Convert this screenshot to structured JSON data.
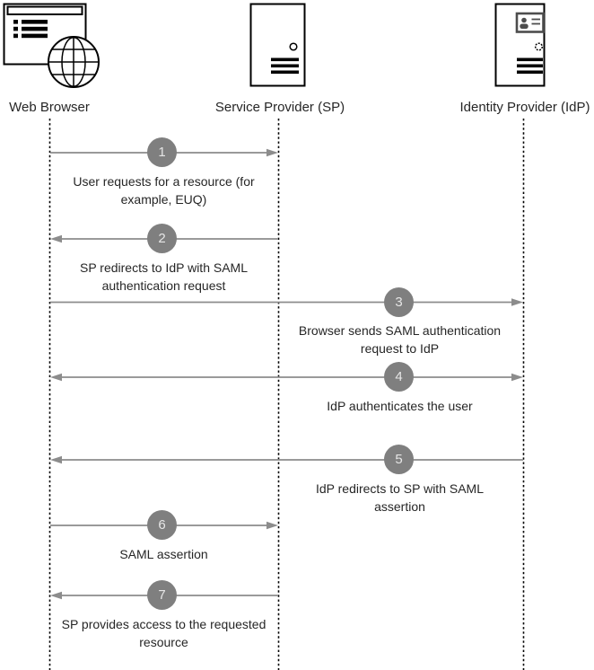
{
  "diagram": {
    "actors": [
      {
        "id": "web-browser",
        "label": "Web Browser",
        "icon": "browser-window-globe-icon"
      },
      {
        "id": "service-provider",
        "label": "Service Provider (SP)",
        "icon": "server-tower-icon"
      },
      {
        "id": "identity-provider",
        "label": "Identity Provider (IdP)",
        "icon": "server-tower-id-badge-icon"
      }
    ],
    "steps": [
      {
        "number": "1",
        "from": "Web Browser",
        "to": "Service Provider (SP)",
        "direction": "right",
        "label": "User requests for a resource (for example, EUQ)"
      },
      {
        "number": "2",
        "from": "Service Provider (SP)",
        "to": "Web Browser",
        "direction": "left",
        "label": "SP redirects to IdP with SAML authentication request"
      },
      {
        "number": "3",
        "from": "Web Browser",
        "to": "Identity Provider (IdP)",
        "direction": "right",
        "label": "Browser sends SAML authentication request to IdP"
      },
      {
        "number": "4",
        "from": "Web Browser",
        "to": "Identity Provider (IdP)",
        "direction": "both",
        "label": "IdP authenticates the user"
      },
      {
        "number": "5",
        "from": "Identity Provider (IdP)",
        "to": "Web Browser",
        "direction": "left",
        "label": "IdP redirects to SP with SAML assertion"
      },
      {
        "number": "6",
        "from": "Web Browser",
        "to": "Service Provider (SP)",
        "direction": "right",
        "label": "SAML assertion"
      },
      {
        "number": "7",
        "from": "Service Provider (SP)",
        "to": "Web Browser",
        "direction": "left",
        "label": "SP provides access to the requested resource"
      }
    ]
  },
  "colors": {
    "background": "#ffffff",
    "text": "#262626",
    "arrow": "#8c8c8c",
    "badge": "#7f7f7f",
    "badge_text": "#e6e6e6",
    "lifeline": "#000000",
    "icon": "#000000",
    "person": "#4d4d4d"
  }
}
